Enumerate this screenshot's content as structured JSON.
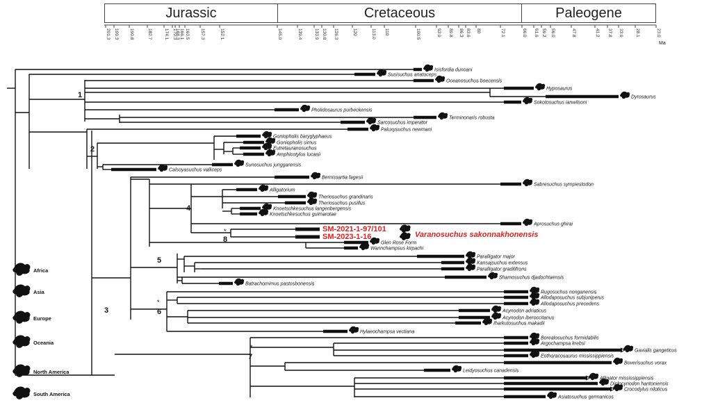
{
  "timescale": {
    "periods": [
      {
        "name": "Jurassic"
      },
      {
        "name": "Cretaceous"
      },
      {
        "name": "Paleogene"
      }
    ],
    "ticks": [
      "201.3",
      "199.3",
      "190.8",
      "182.7",
      "174.1",
      "170.3",
      "168.3",
      "166.1",
      "163.5",
      "157.3",
      "152.1",
      "145.0",
      "139.4",
      "133.9",
      "130.8",
      "126.3",
      "120",
      "113.0",
      "110",
      "100.5",
      "93.9",
      "89.8",
      "86.3",
      "83.6",
      "80",
      "72.1",
      "66.0",
      "61.6",
      "59.2",
      "56.0",
      "47.8",
      "41.2",
      "37.8",
      "33.9",
      "28.1",
      "23.0"
    ],
    "unit": "Ma"
  },
  "node_labels": [
    "1",
    "2",
    "3",
    "4",
    "5",
    "6",
    "7",
    "8"
  ],
  "support_marks": [
    "*",
    "*",
    "*"
  ],
  "taxa": [
    "Isisfordia duncani",
    "Susisuchus anatoceps",
    "Oceanosuchus boecensis",
    "Hyposaurus",
    "Dyrosaurus",
    "Sokotosuchus ianwilsoni",
    "Pholidosaurus purbeckensis",
    "Terminonaris robusta",
    "Sarcosuchus imperator",
    "Paluxysuchus newmani",
    "Goniopholis baryglyphaeus",
    "Goniopholis simus",
    "Eutretauranosuchus",
    "Amphicotylus lucasii",
    "Sunosuchus junggarensis",
    "Calsoyasuchus valliceps",
    "Bernissartia fagesii",
    "Sabresuchus sympiestodon",
    "Alligatorium",
    "Theriosuchus grandinaris",
    "Theriosuchus pusillus",
    "Knoetschkesuchus langenbergensis",
    "Knoetschkesuchus guimarotae",
    "Aprosuchus ghirai",
    "SM-2021-1-97/101",
    "SM-2023-1-16",
    "Glen Rose Form",
    "Wannchampsus kirpachi",
    "Paralligator major",
    "Kansajsuchus extensus",
    "Paralligator gradilifrons",
    "Shamosuchus djadochtaensis",
    "Batrachomimus pastosbonensis",
    "Rugosuchus nonganensis",
    "Allodaposuchus subjuniperus",
    "Allodaposuchus precedens",
    "Acynodon adriaticus",
    "Acynodon iberoccitanus",
    "Iharkutosuchus makadii",
    "Hylaeochampsa vectiana",
    "Borealosuchus formidabilis",
    "Argochampsa krebsi",
    "Gavialis gangeticus",
    "Eothoracosaurus mississippiensis",
    "Boverisuchus vorax",
    "Leidyosuchus canadensis",
    "Alligator mississippiensis",
    "Diplocynodon hantoniensis",
    "Crocodylus niloticus",
    "Asiatosuchus germanicus"
  ],
  "new_taxon_label": "Varanosuchus sakonnakhonensis",
  "legend": [
    "Africa",
    "Asia",
    "Europe",
    "Oceania",
    "North America",
    "South America"
  ],
  "colors": {
    "highlight": "#e0201e",
    "line": "#111111",
    "range": "#111111"
  }
}
